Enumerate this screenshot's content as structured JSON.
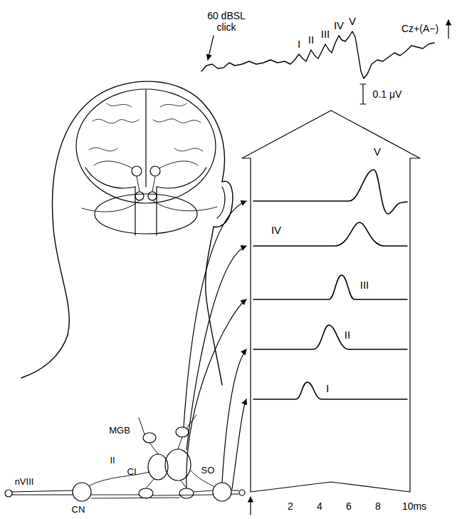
{
  "diagram": {
    "labels": [
      "60 dBSL click",
      "I",
      "II",
      "III",
      "IV",
      "V",
      "Cz+(A−)",
      "0.1 μV",
      "V",
      "IV",
      "III",
      "II",
      "I",
      "2",
      "4",
      "6",
      "8",
      "10ms",
      "MGB",
      "CI",
      "II",
      "SO",
      "nVIII",
      "CN"
    ]
  }
}
